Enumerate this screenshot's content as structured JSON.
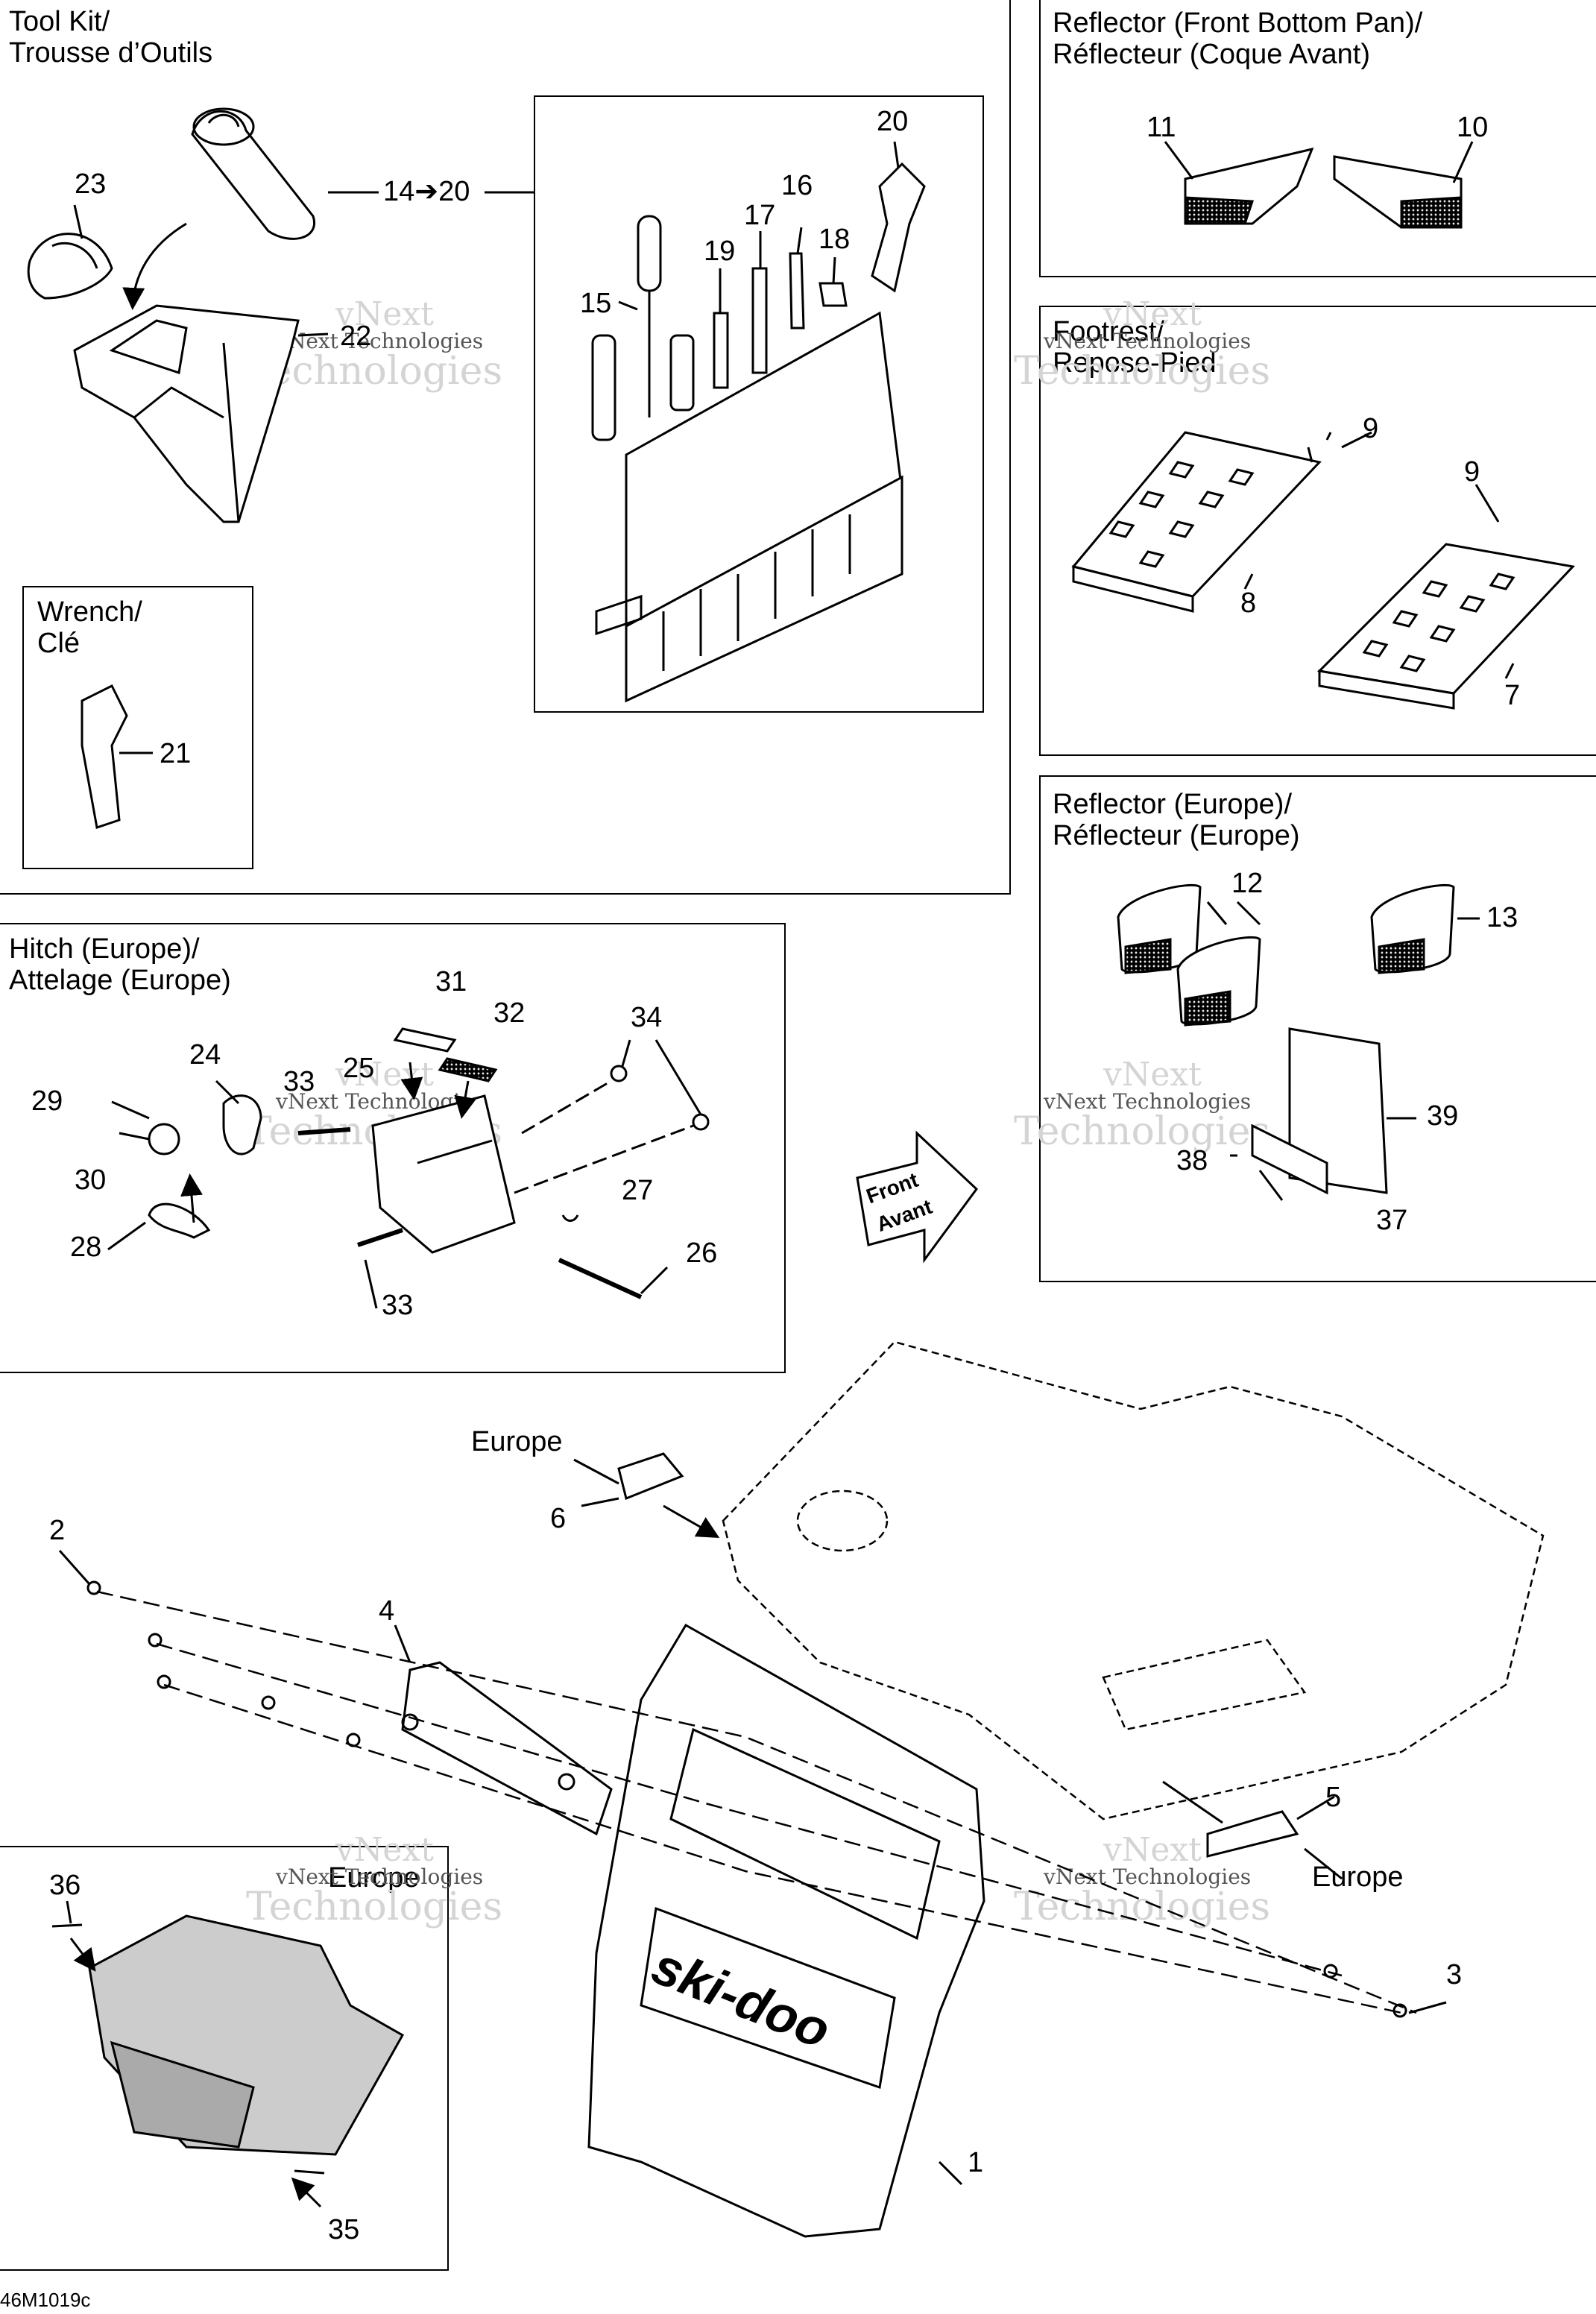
{
  "panels": {
    "tool_kit": {
      "title_en": "Tool Kit/",
      "title_fr": "Trousse d’Outils"
    },
    "wrench": {
      "title_en": "Wrench/",
      "title_fr": "Clé"
    },
    "reflector_front": {
      "title_en": "Reflector (Front Bottom Pan)/",
      "title_fr": "Réflecteur (Coque Avant)"
    },
    "footrest": {
      "title_en": "Footrest/",
      "title_fr": "Repose-Pied"
    },
    "reflector_europe": {
      "title_en": "Reflector (Europe)/",
      "title_fr": "Réflecteur (Europe)"
    },
    "hitch": {
      "title_en": "Hitch (Europe)/",
      "title_fr": "Attelage (Europe)"
    },
    "inset": {
      "title": "Europe"
    }
  },
  "callouts": {
    "n1": "1",
    "n2": "2",
    "n3": "3",
    "n4": "4",
    "n5": "5",
    "n6": "6",
    "n7": "7",
    "n8": "8",
    "n9a": "9",
    "n9b": "9",
    "n10": "10",
    "n11": "11",
    "n12": "12",
    "n13": "13",
    "n14_20": "14➔20",
    "n15": "15",
    "n16": "16",
    "n17": "17",
    "n18": "18",
    "n19": "19",
    "n20": "20",
    "n21": "21",
    "n22": "22",
    "n23": "23",
    "n24": "24",
    "n25": "25",
    "n26": "26",
    "n27": "27",
    "n28": "28",
    "n29": "29",
    "n30": "30",
    "n31": "31",
    "n32": "32",
    "n33a": "33",
    "n33b": "33",
    "n34": "34",
    "n35": "35",
    "n36": "36",
    "n37": "37",
    "n38": "38",
    "n39": "39"
  },
  "labels": {
    "europe_6": "Europe",
    "europe_5": "Europe",
    "front_en": "Front",
    "front_fr": "Avant",
    "brand": "ski-doo",
    "drawing_code": "46M1019c"
  },
  "watermark": {
    "line1": "vNext",
    "line2": "Technologies",
    "caption": "vNext Technologies"
  }
}
